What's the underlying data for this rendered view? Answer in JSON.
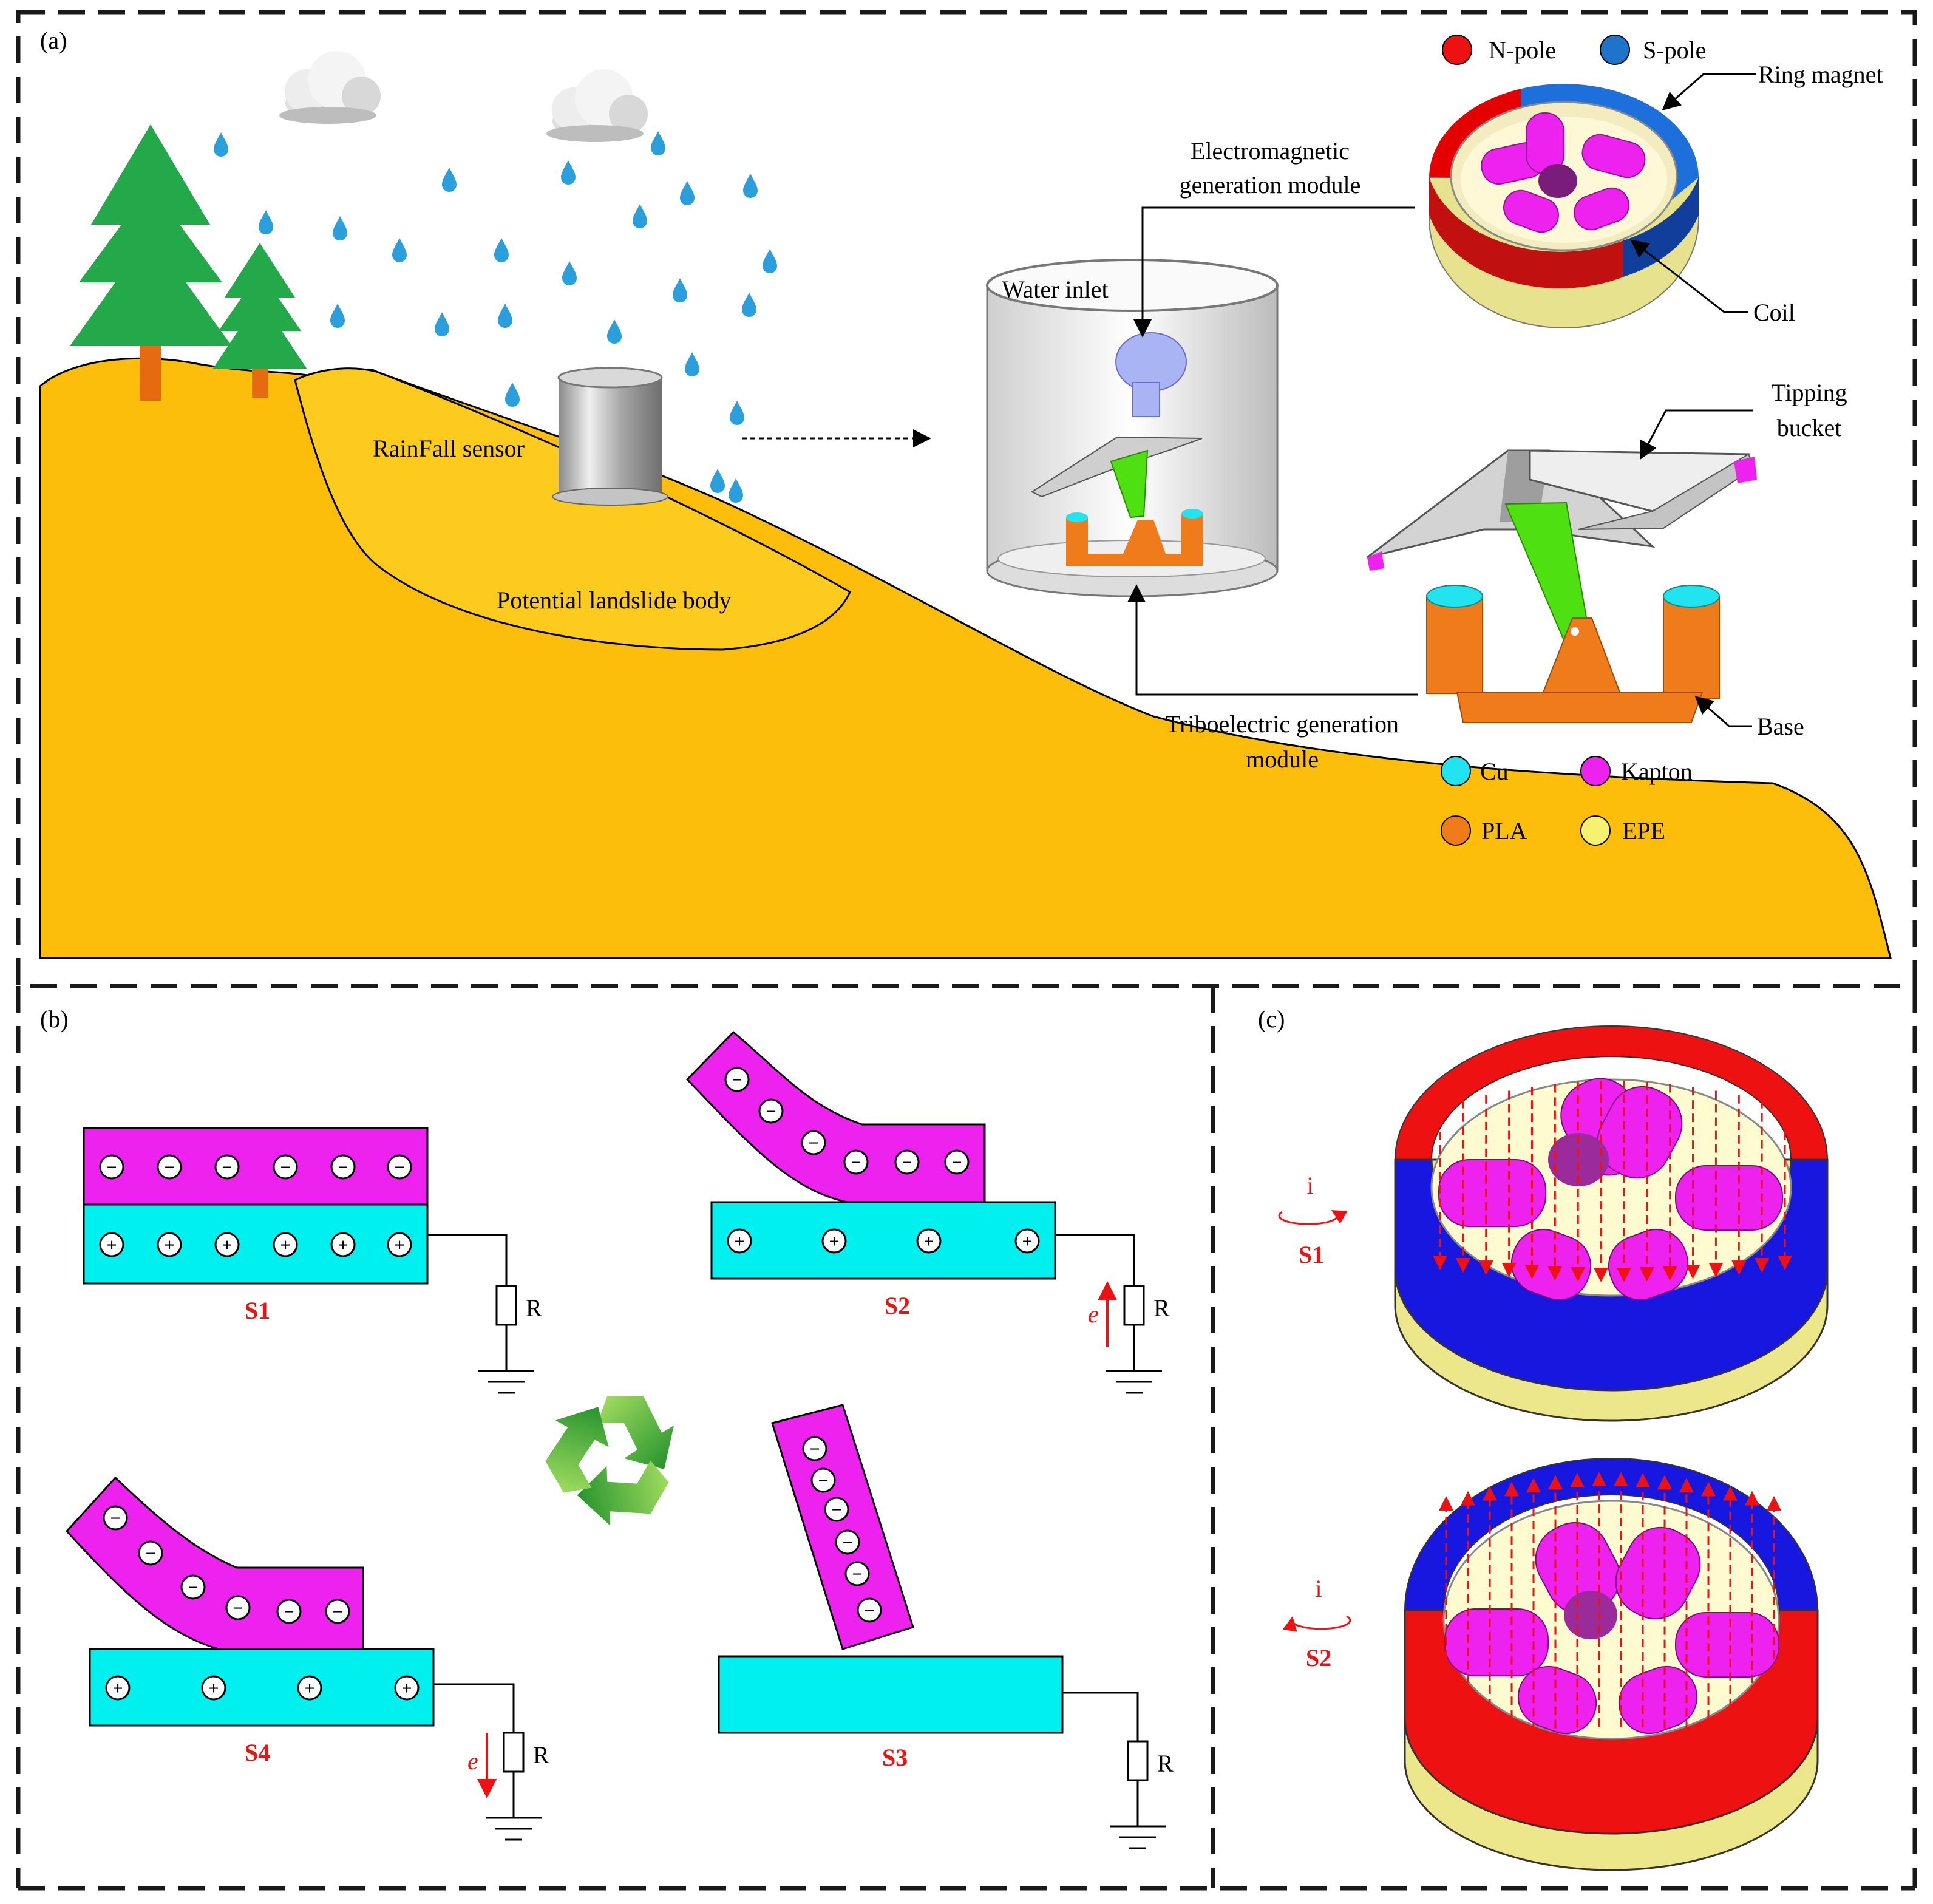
{
  "panels": {
    "a": {
      "tag": "(a)",
      "rainfall_sensor": "RainFall sensor",
      "landslide": "Potential landslide body",
      "water_inlet": "Water inlet",
      "em_module_l1": "Electromagnetic",
      "em_module_l2": "generation module",
      "teng_module_l1": "Triboelectric  generation",
      "teng_module_l2": "module",
      "ring_magnet": "Ring magnet",
      "coil": "Coil",
      "tipping_bucket_l1": "Tipping",
      "tipping_bucket_l2": "bucket",
      "base": "Base",
      "legend_poles": [
        {
          "label": "N-pole",
          "color": "#ee1111"
        },
        {
          "label": "S-pole",
          "color": "#1f74c9"
        }
      ],
      "legend_materials": [
        {
          "label": "Cu",
          "color": "#22e3f0"
        },
        {
          "label": "Kapton",
          "color": "#ee22ee"
        },
        {
          "label": "PLA",
          "color": "#f07b1a"
        },
        {
          "label": "EPE",
          "color": "#f5f270"
        }
      ]
    },
    "b": {
      "tag": "(b)",
      "states": {
        "s1": "S1",
        "s2": "S2",
        "s3": "S3",
        "s4": "S4"
      },
      "resistor": "R",
      "electron": "e",
      "minus": "−",
      "plus": "+"
    },
    "c": {
      "tag": "(c)",
      "current": "i",
      "state_top": "S1",
      "state_bottom": "S2"
    }
  },
  "colors": {
    "hill": "#fdbd0b",
    "landslide": "#fdca1e",
    "tree": "#23a84a",
    "trunk": "#e56a10",
    "rain": "#2a9fdc",
    "kapton": "#ee22ee",
    "copper": "#00f0f0",
    "n_pole": "#ee1111",
    "s_pole_b": "#1717e0",
    "epe": "#ece78a",
    "label_red": "#ee1111"
  }
}
